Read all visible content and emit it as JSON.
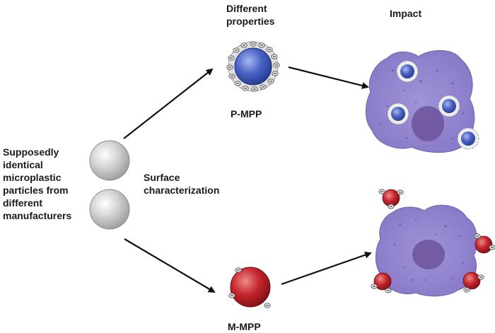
{
  "header": {
    "properties_label": "Different\nproperties",
    "impact_label": "Impact"
  },
  "left": {
    "source_label": "Supposedly\nidentical\nmicroplastic\nparticles from\ndifferent\nmanufacturers",
    "step_label": "Surface\ncharacterization"
  },
  "particles": {
    "top_label": "P-MPP",
    "bottom_label": "M-MPP"
  },
  "colors": {
    "p_mpp": "#4a63c4",
    "m_mpp": "#c4262c",
    "cell": "#9385cf",
    "nucleus": "#6f579f",
    "gray_particle": "#c9c9c9"
  }
}
